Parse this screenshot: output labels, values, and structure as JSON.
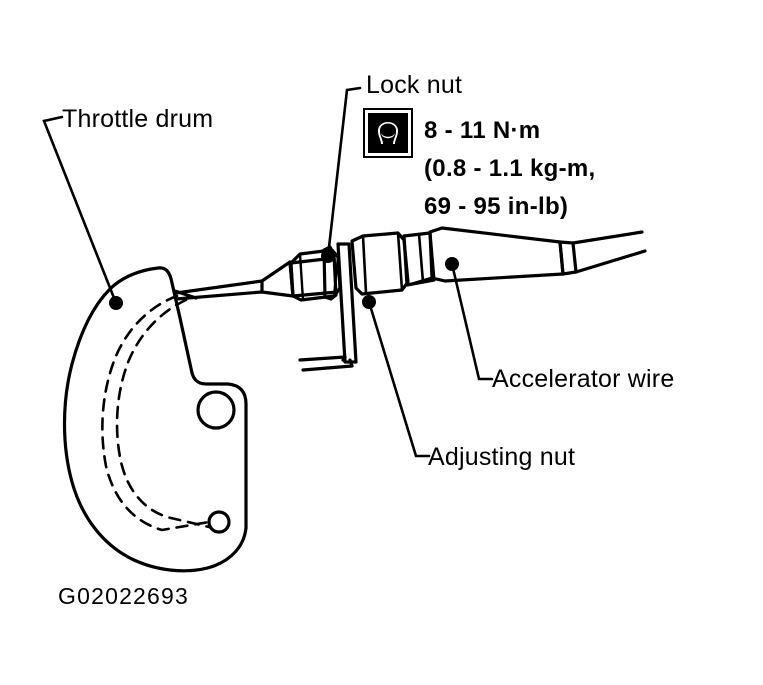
{
  "figure": {
    "id_code": "G02022693",
    "subject": "throttle cable / accelerator wire adjustment",
    "background_color": "#ffffff",
    "line_color": "#000000"
  },
  "callouts": [
    {
      "key": "throttle_drum",
      "label": "Throttle drum",
      "leader": {
        "dot": [
          116,
          303
        ],
        "elbow": [
          44,
          121
        ],
        "hook_end": [
          62,
          117
        ]
      }
    },
    {
      "key": "lock_nut",
      "label": "Lock nut",
      "leader": {
        "dot": [
          328,
          256
        ],
        "elbow": [
          347,
          90
        ],
        "hook_end": [
          360,
          88
        ]
      }
    },
    {
      "key": "accelerator_wire",
      "label": "Accelerator wire",
      "leader": {
        "dot": [
          452,
          264
        ],
        "elbow": [
          479,
          379
        ],
        "hook_end": [
          492,
          379
        ]
      }
    },
    {
      "key": "adjusting_nut",
      "label": "Adjusting nut",
      "leader": {
        "dot": [
          369,
          302
        ],
        "elbow": [
          416,
          456
        ],
        "hook_end": [
          429,
          456
        ]
      }
    }
  ],
  "torque_spec": {
    "icon_name": "torque-wrench-icon",
    "lines": [
      "8 - 11 N·m",
      "(0.8 - 1.1 kg-m,",
      "69 - 95 in-lb)"
    ],
    "metric_newton_meter": {
      "min": 8,
      "max": 11,
      "unit": "N·m"
    },
    "metric_kgm": {
      "min": 0.8,
      "max": 1.1,
      "unit": "kg-m"
    },
    "imperial_inlb": {
      "min": 69,
      "max": 95,
      "unit": "in-lb"
    }
  }
}
